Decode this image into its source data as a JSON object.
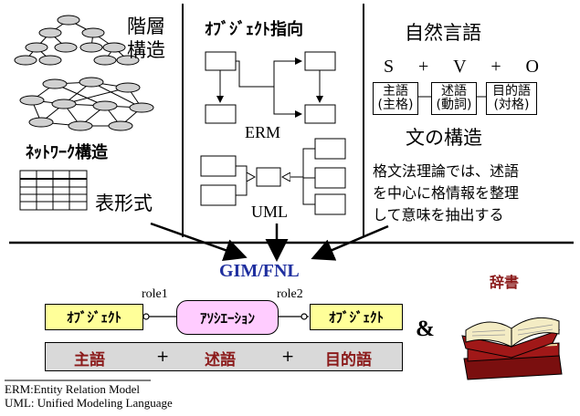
{
  "hierarchy": {
    "line1": "階層",
    "line2": "構造"
  },
  "network": {
    "label": "ﾈｯﾄﾜｰｸ構造"
  },
  "table": {
    "label": "表形式"
  },
  "object_oriented": {
    "title": "ｵﾌﾞｼﾞｪｸﾄ指向",
    "erm": "ERM",
    "uml": "UML"
  },
  "natural_language": {
    "title": "自然言語",
    "svo": {
      "s": "S",
      "plus1": "+",
      "v": "V",
      "plus2": "+",
      "o": "O"
    },
    "parts": [
      {
        "main": "主語",
        "sub": "(主格)"
      },
      {
        "main": "述語",
        "sub": "(動詞)"
      },
      {
        "main": "目的語",
        "sub": "(対格)"
      }
    ],
    "structure": "文の構造",
    "desc_line1": "格文法理論では、述語",
    "desc_line2": "を中心に格情報を整理",
    "desc_line3": "して意味を抽出する"
  },
  "gim": {
    "title": "GIM/FNL",
    "role1": "role1",
    "role2": "role2",
    "object_left": "ｵﾌﾞｼﾞｪｸﾄ",
    "association": "ｱｿｼｴｰｼｮﾝ",
    "object_right": "ｵﾌﾞｼﾞｪｸﾄ",
    "bar": {
      "subject": "主語",
      "plus1": "+",
      "predicate": "述語",
      "plus2": "+",
      "object": "目的語"
    },
    "ampersand": "&"
  },
  "dictionary": {
    "label": "辞書"
  },
  "footnotes": {
    "erm": "ERM:Entity Relation Model",
    "uml": "UML: Unified Modeling Language"
  },
  "colors": {
    "yellow_box": "#ffff99",
    "pink_box": "#ffccff",
    "gray_bar": "#d9d9d9",
    "dark_red_text": "#8b1a1a",
    "gim_blue": "#1f2f9f",
    "dict_bg": "#c5e0f4",
    "node_gray": "#d0d0d0"
  }
}
